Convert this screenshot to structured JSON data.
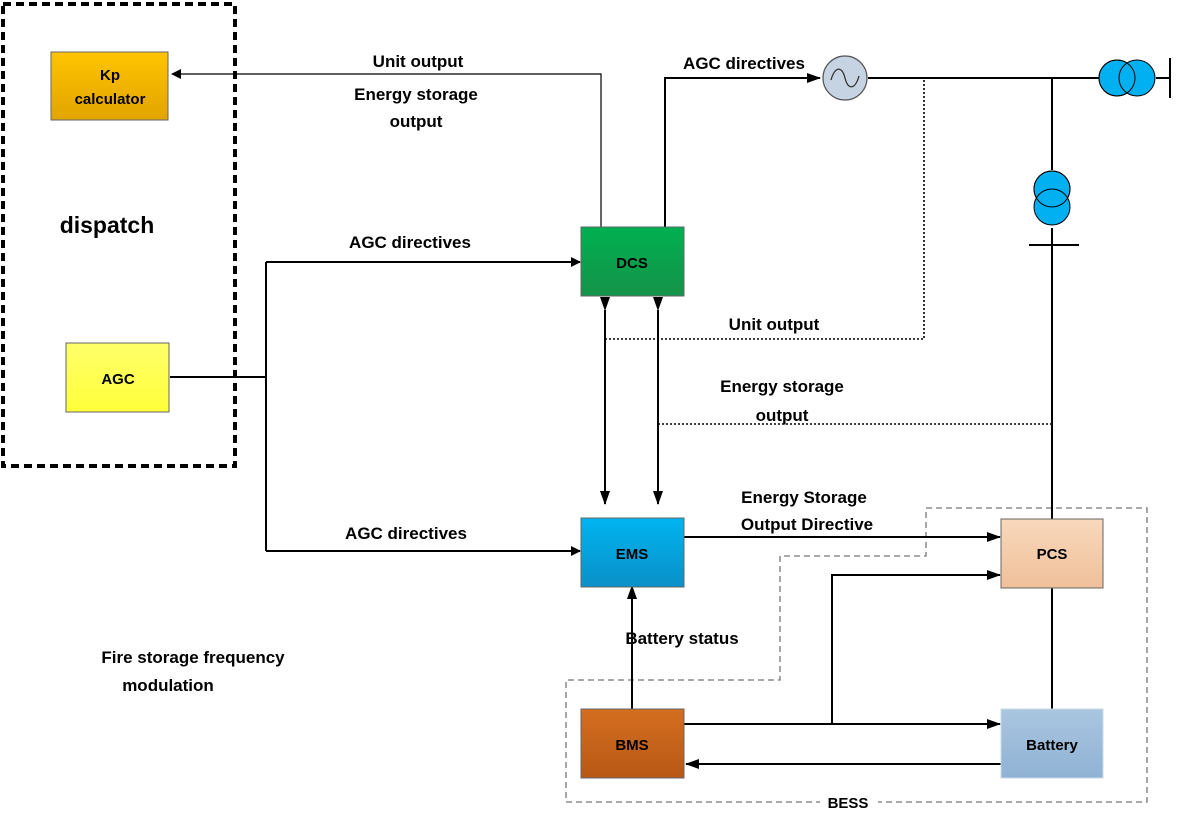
{
  "diagram": {
    "dispatch_group": {
      "label": "dispatch"
    },
    "bess_group": {
      "label": "BESS"
    },
    "caption": {
      "line1": "Fire storage frequency",
      "line2": "modulation"
    },
    "nodes": {
      "kp": {
        "line1": "Kp",
        "line2": "calculator",
        "color": "#f5b800"
      },
      "agc": {
        "label": "AGC",
        "color": "#ffff55"
      },
      "dcs": {
        "label": "DCS",
        "color": "#1ea84e"
      },
      "ems": {
        "label": "EMS",
        "color": "#0aa6e0"
      },
      "pcs": {
        "label": "PCS",
        "color": "#f4c9a6"
      },
      "bms": {
        "label": "BMS",
        "color": "#c8601b"
      },
      "battery": {
        "label": "Battery",
        "color": "#9dbbdb"
      }
    },
    "edges": {
      "unit_output_top": "Unit output",
      "energy_storage_output_top_1": "Energy storage",
      "energy_storage_output_top_2": "output",
      "agc_directives_generator": "AGC directives",
      "agc_directives_dcs": "AGC directives",
      "agc_directives_ems": "AGC directives",
      "unit_output_mid": "Unit output",
      "energy_storage_output_mid_1": "Energy storage",
      "energy_storage_output_mid_2": "output",
      "es_output_directive_1": "Energy Storage",
      "es_output_directive_2": "Output Directive",
      "battery_status": "Battery status"
    },
    "symbols": {
      "generator": "generator-icon",
      "transformer_main": "transformer-icon",
      "transformer_branch": "transformer-icon",
      "busbar": "busbar-icon",
      "transformer_color": "#00b0f0",
      "generator_color": "#c5d3e3"
    }
  }
}
